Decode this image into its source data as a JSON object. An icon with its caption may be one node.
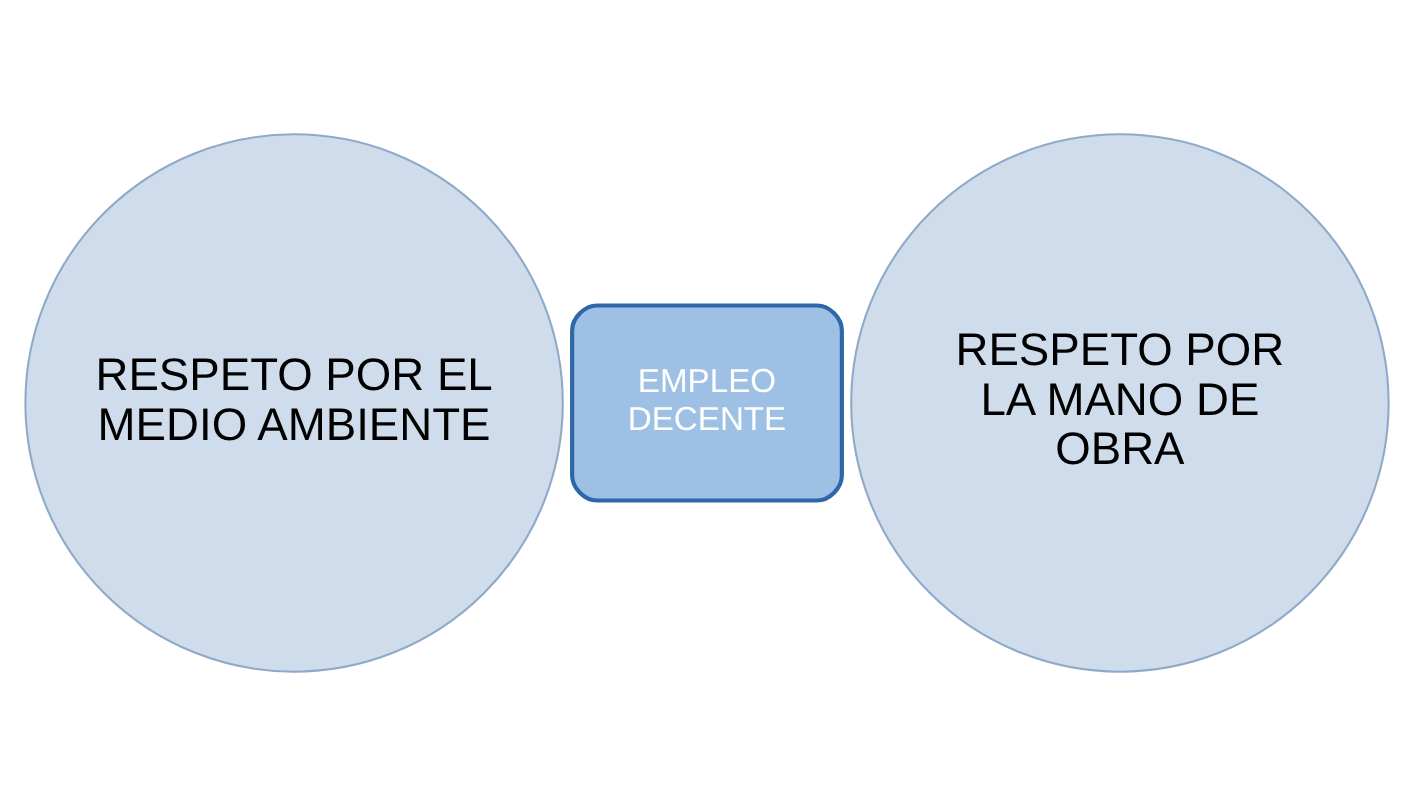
{
  "diagram": {
    "nodes": [
      {
        "text": [
          "RESPETO POR EL MEDIO AMBIENTE"
        ]
      },
      {
        "text": [
          "EMPLEO DECENTE"
        ]
      },
      {
        "text": [
          "RESPETO POR LA MANO DE OBRA"
        ]
      }
    ]
  }
}
